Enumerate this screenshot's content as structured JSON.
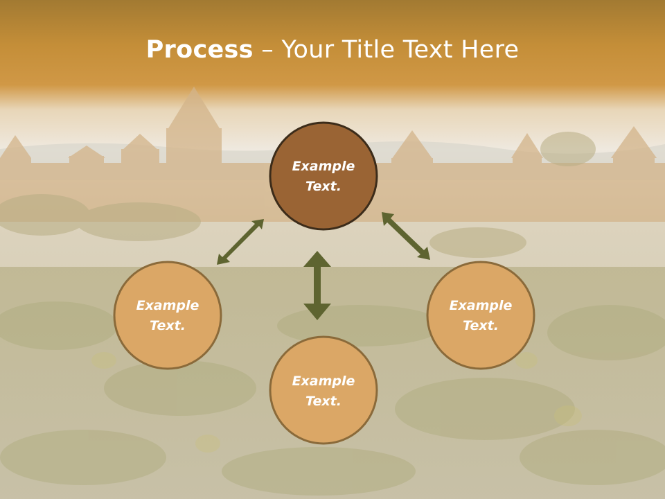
{
  "title": {
    "bold": "Process",
    "separator": " – ",
    "rest": "Your Title Text Here"
  },
  "nodes": [
    {
      "line1": "Example",
      "line2": "Text.",
      "fill": "#9a6434"
    },
    {
      "line1": "Example",
      "line2": "Text.",
      "fill": "#dba766"
    },
    {
      "line1": "Example",
      "line2": "Text.",
      "fill": "#dba766"
    },
    {
      "line1": "Example",
      "line2": "Text.",
      "fill": "#dba766"
    }
  ],
  "colors": {
    "header": "#c8902c",
    "circle_border": "#8a6a3a",
    "arrow": "#5e6430",
    "text": "#ffffff"
  }
}
